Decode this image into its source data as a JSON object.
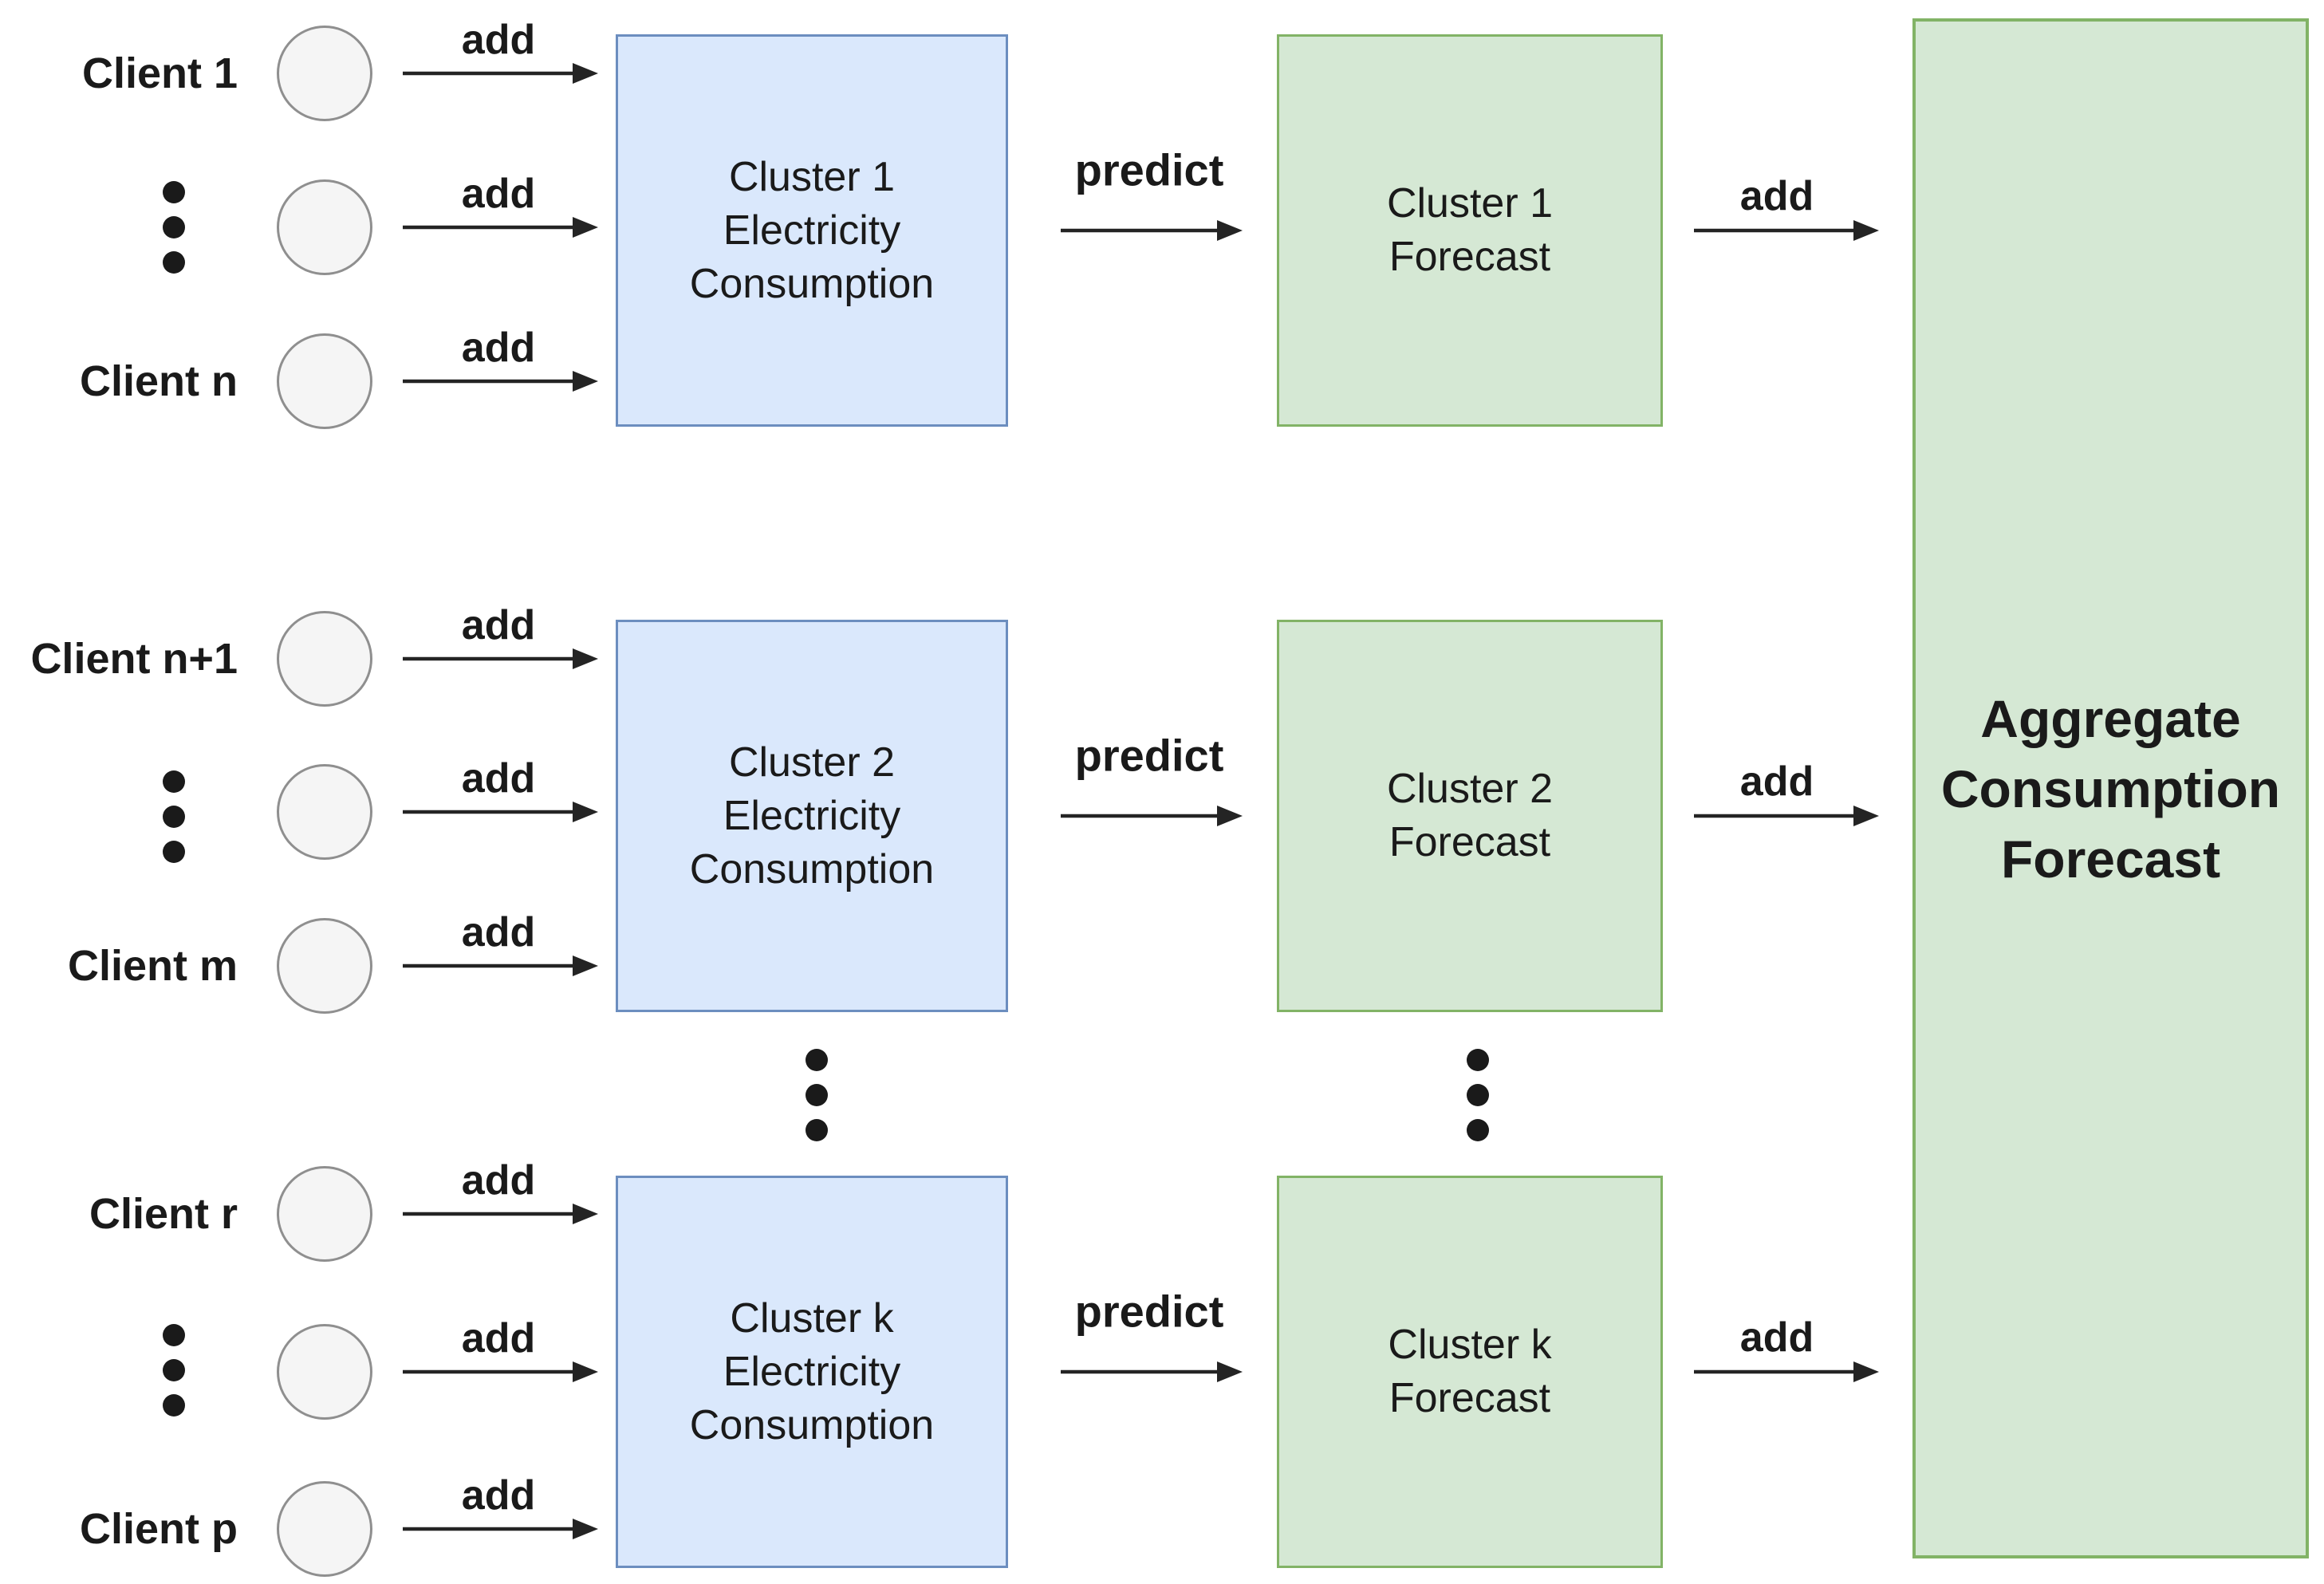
{
  "labels": {
    "add": "add",
    "predict": "predict"
  },
  "groups": [
    {
      "client_top": "Client 1",
      "client_bottom": "Client n",
      "cluster_lines": [
        "Cluster 1",
        "Electricity",
        "Consumption"
      ],
      "forecast_lines": [
        "Cluster 1",
        "Forecast"
      ]
    },
    {
      "client_top": "Client n+1",
      "client_bottom": "Client m",
      "cluster_lines": [
        "Cluster 2",
        "Electricity",
        "Consumption"
      ],
      "forecast_lines": [
        "Cluster 2",
        "Forecast"
      ]
    },
    {
      "client_top": "Client r",
      "client_bottom": "Client p",
      "cluster_lines": [
        "Cluster k",
        "Electricity",
        "Consumption"
      ],
      "forecast_lines": [
        "Cluster k",
        "Forecast"
      ]
    }
  ],
  "aggregate": {
    "lines": [
      "Aggregate",
      "Consumption",
      "Forecast"
    ]
  },
  "colors": {
    "cluster_fill": "#dae8fc",
    "cluster_border": "#6c8ebf",
    "forecast_fill": "#d5e8d4",
    "forecast_border": "#82b366",
    "client_fill": "#f5f5f5",
    "client_border": "#8f8f8f",
    "arrow": "#242424",
    "text": "#1a1a1a"
  }
}
